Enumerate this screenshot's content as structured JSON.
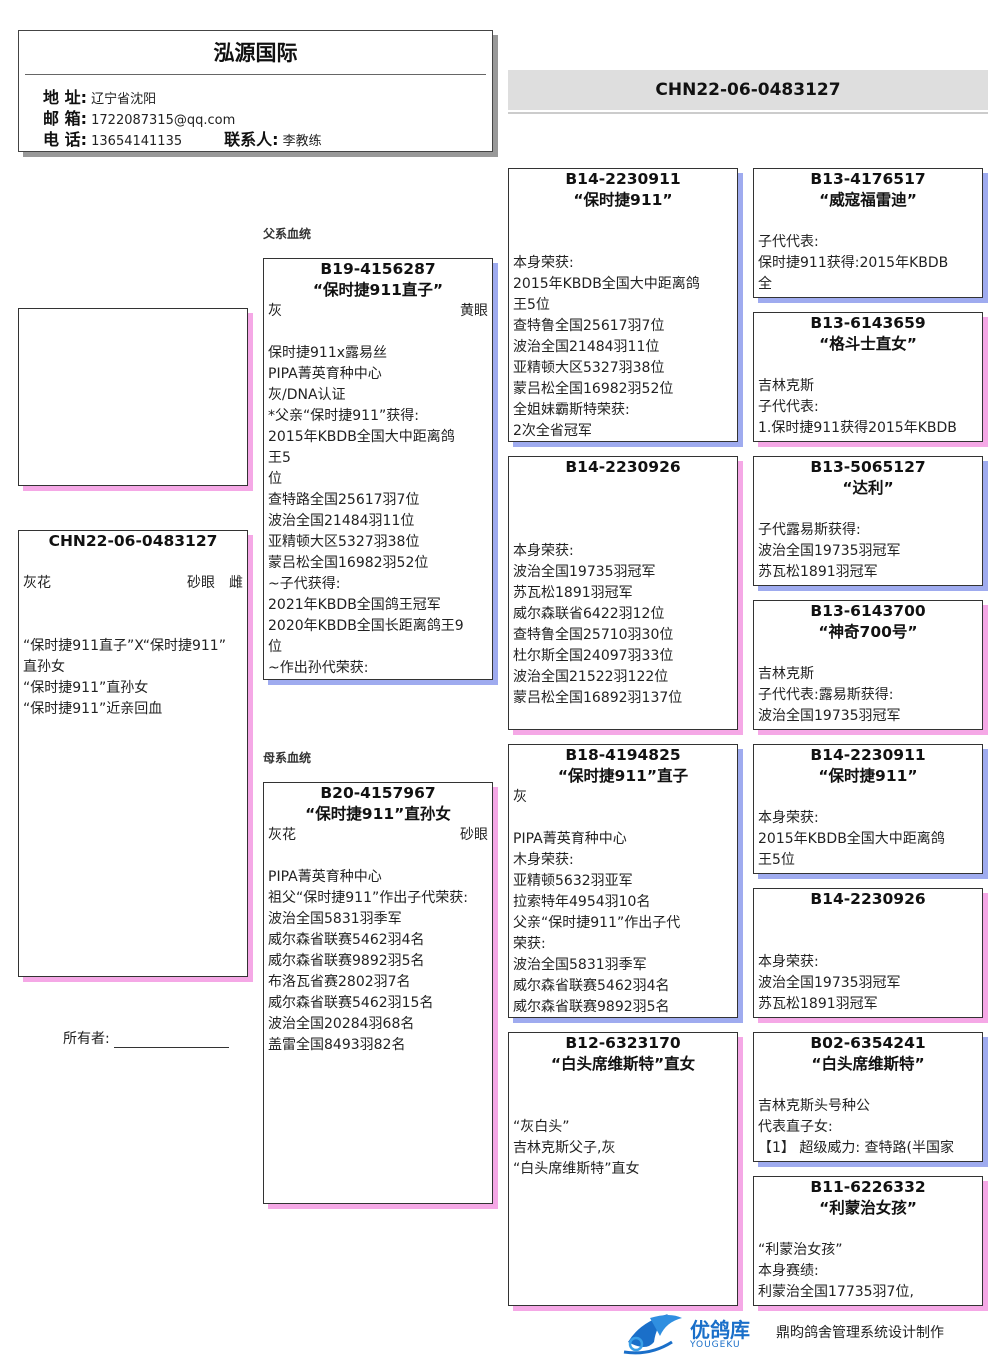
{
  "header": {
    "title": "泓源国际",
    "address_label": "地 址:",
    "address": "辽宁省沈阳",
    "email_label": "邮 箱:",
    "email": "1722087315@qq.com",
    "phone_label": "电 话:",
    "phone": "13654141135",
    "contact_label": "联系人:",
    "contact": "李教练"
  },
  "banner": {
    "ring": "CHN22-06-0483127"
  },
  "subject": {
    "id": "CHN22-06-0483127",
    "color": "灰花",
    "eye": "砂眼",
    "sex": "雌",
    "lines": [
      "“保时捷911直子”X“保时捷911”",
      "直孙女",
      "“保时捷911”直孙女",
      "“保时捷911”近亲回血"
    ]
  },
  "owner": {
    "label": "所有者:"
  },
  "sections": {
    "sire": "父系血统",
    "dam": "母系血统"
  },
  "gen1": [
    {
      "id": "B19-4156287",
      "name": "“保时捷911直子”",
      "color": "灰",
      "eye": "黄眼",
      "sex": "male",
      "lines": [
        "保时捷911x露易丝",
        "PIPA菁英育种中心",
        "灰/DNA认证",
        "*父亲“保时捷911”获得:",
        "2015年KBDB全国大中距离鸽",
        "王5",
        "位",
        "查特路全国25617羽7位",
        "波治全国21484羽11位",
        "亚精顿大区5327羽38位",
        "蒙吕松全国16982羽52位",
        "~子代获得:",
        "2021年KBDB全国鸽王冠军",
        "2020年KBDB全国长距离鸽王9",
        "位",
        "~作出孙代荣获:"
      ]
    },
    {
      "id": "B20-4157967",
      "name": "“保时捷911”直孙女",
      "color": "灰花",
      "eye": "砂眼",
      "sex": "female",
      "lines": [
        "PIPA菁英育种中心",
        "祖父“保时捷911”作出子代荣获:",
        "波治全国5831羽季军",
        "威尔森省联赛5462羽4名",
        "威尔森省联赛9892羽5名",
        "布洛瓦省赛2802羽7名",
        "威尔森省联赛5462羽15名",
        "波治全国20284羽68名",
        "盖雷全国8493羽82名"
      ]
    }
  ],
  "gen2": [
    {
      "id": "B14-2230911",
      "name": "“保时捷911”",
      "color": "",
      "sex": "male",
      "lines": [
        "本身荣获:",
        "2015年KBDB全国大中距离鸽",
        "王5位",
        "查特鲁全国25617羽7位",
        "波治全国21484羽11位",
        "亚精顿大区5327羽38位",
        "蒙吕松全国16982羽52位",
        "全姐妹霸斯特荣获:",
        "2次全省冠军"
      ]
    },
    {
      "id": "B14-2230926",
      "name": "",
      "color": "",
      "sex": "female",
      "lines": [
        "本身荣获:",
        "波治全国19735羽冠军",
        "苏瓦松1891羽冠军",
        "威尔森联省6422羽12位",
        "查特鲁全国25710羽30位",
        "杜尔斯全国24097羽33位",
        "波治全国21522羽122位",
        "蒙吕松全国16892羽137位"
      ]
    },
    {
      "id": "B18-4194825",
      "name": "“保时捷911”直子",
      "color": "灰",
      "sex": "male",
      "lines": [
        "PIPA菁英育种中心",
        "木身荣获:",
        "亚精顿5632羽亚军",
        "拉索特年4954羽10名",
        "父亲“保时捷911”作出子代",
        "荣获:",
        "波治全国5831羽季军",
        "威尔森省联赛5462羽4名",
        "威尔森省联赛9892羽5名"
      ]
    },
    {
      "id": "B12-6323170",
      "name": "“白头席维斯特”直女",
      "color": "",
      "sex": "female",
      "lines": [
        "“灰白头”",
        "吉林克斯父子,灰",
        "“白头席维斯特”直女"
      ]
    }
  ],
  "gen3": [
    {
      "id": "B13-4176517",
      "name": "“威寇福雷迪”",
      "sex": "male",
      "lines": [
        "子代代表:",
        "保时捷911获得:2015年KBDB",
        "全"
      ]
    },
    {
      "id": "B13-6143659",
      "name": "“格斗士直女”",
      "sex": "female",
      "lines": [
        "吉林克斯",
        "子代代表:",
        "1.保时捷911获得2015年KBDB"
      ]
    },
    {
      "id": "B13-5065127",
      "name": "“达利”",
      "sex": "male",
      "lines": [
        "子代露易斯获得:",
        "波治全国19735羽冠军",
        "苏瓦松1891羽冠军"
      ]
    },
    {
      "id": "B13-6143700",
      "name": "“神奇700号”",
      "sex": "female",
      "lines": [
        "吉林克斯",
        "子代代表:露易斯获得:",
        "波治全国19735羽冠军"
      ]
    },
    {
      "id": "B14-2230911",
      "name": "“保时捷911”",
      "sex": "male",
      "lines": [
        "本身荣获:",
        "2015年KBDB全国大中距离鸽",
        "王5位"
      ]
    },
    {
      "id": "B14-2230926",
      "name": "",
      "sex": "female",
      "lines": [
        "本身荣获:",
        "波治全国19735羽冠军",
        "苏瓦松1891羽冠军"
      ]
    },
    {
      "id": "B02-6354241",
      "name": "“白头席维斯特”",
      "sex": "male",
      "lines": [
        "吉林克斯头号种公",
        "代表直子女:",
        "【1】 超级威力: 查特路(半国家"
      ]
    },
    {
      "id": "B11-6226332",
      "name": "“利蒙治女孩”",
      "sex": "female",
      "lines": [
        "“利蒙治女孩”",
        "本身赛绩:",
        "利蒙治全国17735羽7位,"
      ]
    }
  ],
  "footer": {
    "logo_cn": "优鸽库",
    "logo_en": "YOUGEKU",
    "credit": "鼎昀鸽舍管理系统设计制作"
  },
  "colors": {
    "male_shadow": "#9fabef",
    "female_shadow": "#f5a8e6",
    "logo_blue": "#1a6fc9"
  }
}
